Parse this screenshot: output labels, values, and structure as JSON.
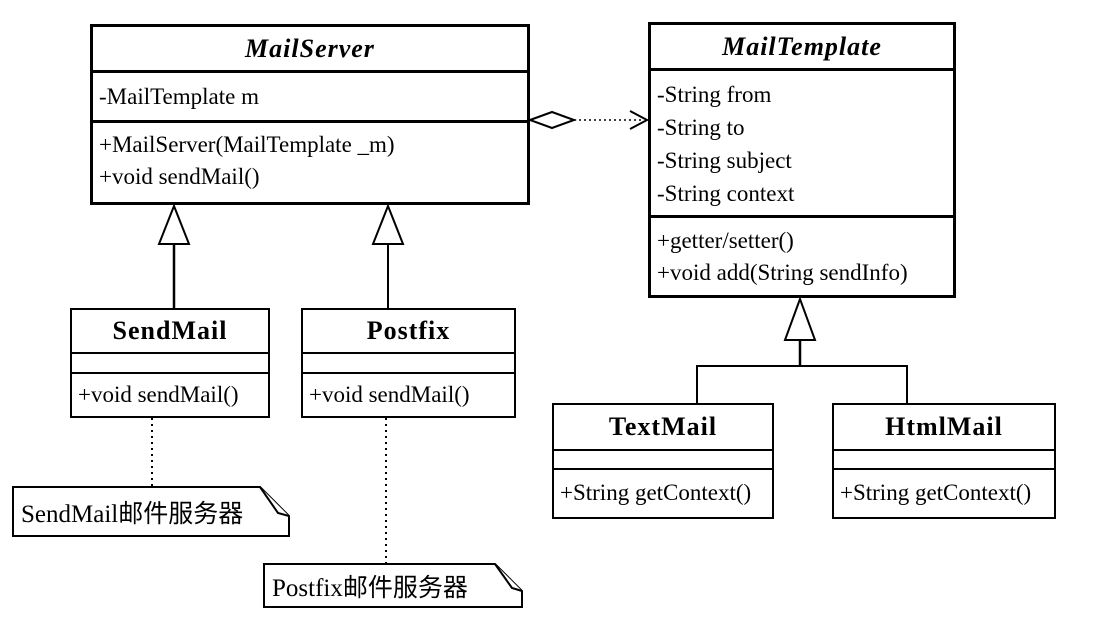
{
  "diagram": {
    "kind": "uml-class-diagram",
    "background_color": "#ffffff",
    "line_color": "#000000"
  },
  "classes": {
    "mail_server": {
      "name": "MailServer",
      "abstract": true,
      "attributes": [
        "-MailTemplate m"
      ],
      "methods": [
        "+MailServer(MailTemplate _m)",
        "+void sendMail()"
      ]
    },
    "mail_template": {
      "name": "MailTemplate",
      "abstract": true,
      "attributes": [
        "-String from",
        "-String to",
        "-String subject",
        "-String context"
      ],
      "methods": [
        "+getter/setter()",
        "+void add(String sendInfo)"
      ]
    },
    "send_mail": {
      "name": "SendMail",
      "abstract": false,
      "attributes": [],
      "methods": [
        "+void sendMail()"
      ]
    },
    "postfix": {
      "name": "Postfix",
      "abstract": false,
      "attributes": [],
      "methods": [
        "+void sendMail()"
      ]
    },
    "text_mail": {
      "name": "TextMail",
      "abstract": false,
      "attributes": [],
      "methods": [
        "+String getContext()"
      ]
    },
    "html_mail": {
      "name": "HtmlMail",
      "abstract": false,
      "attributes": [],
      "methods": [
        "+String getContext()"
      ]
    }
  },
  "notes": {
    "send_mail_note": {
      "text": "SendMail邮件服务器"
    },
    "postfix_note": {
      "text": "Postfix邮件服务器"
    }
  },
  "relationships": [
    {
      "type": "aggregation",
      "from": "MailServer",
      "to": "MailTemplate",
      "line_style": "dotted",
      "diamond": "hollow",
      "arrow": "open"
    },
    {
      "type": "generalization",
      "from": "SendMail",
      "to": "MailServer",
      "arrow": "hollow-triangle"
    },
    {
      "type": "generalization",
      "from": "Postfix",
      "to": "MailServer",
      "arrow": "hollow-triangle"
    },
    {
      "type": "generalization",
      "from": "TextMail",
      "to": "MailTemplate",
      "arrow": "hollow-triangle"
    },
    {
      "type": "generalization",
      "from": "HtmlMail",
      "to": "MailTemplate",
      "arrow": "hollow-triangle"
    },
    {
      "type": "note-attachment",
      "from": "send_mail_note",
      "to": "SendMail",
      "line_style": "dotted"
    },
    {
      "type": "note-attachment",
      "from": "postfix_note",
      "to": "Postfix",
      "line_style": "dotted"
    }
  ]
}
